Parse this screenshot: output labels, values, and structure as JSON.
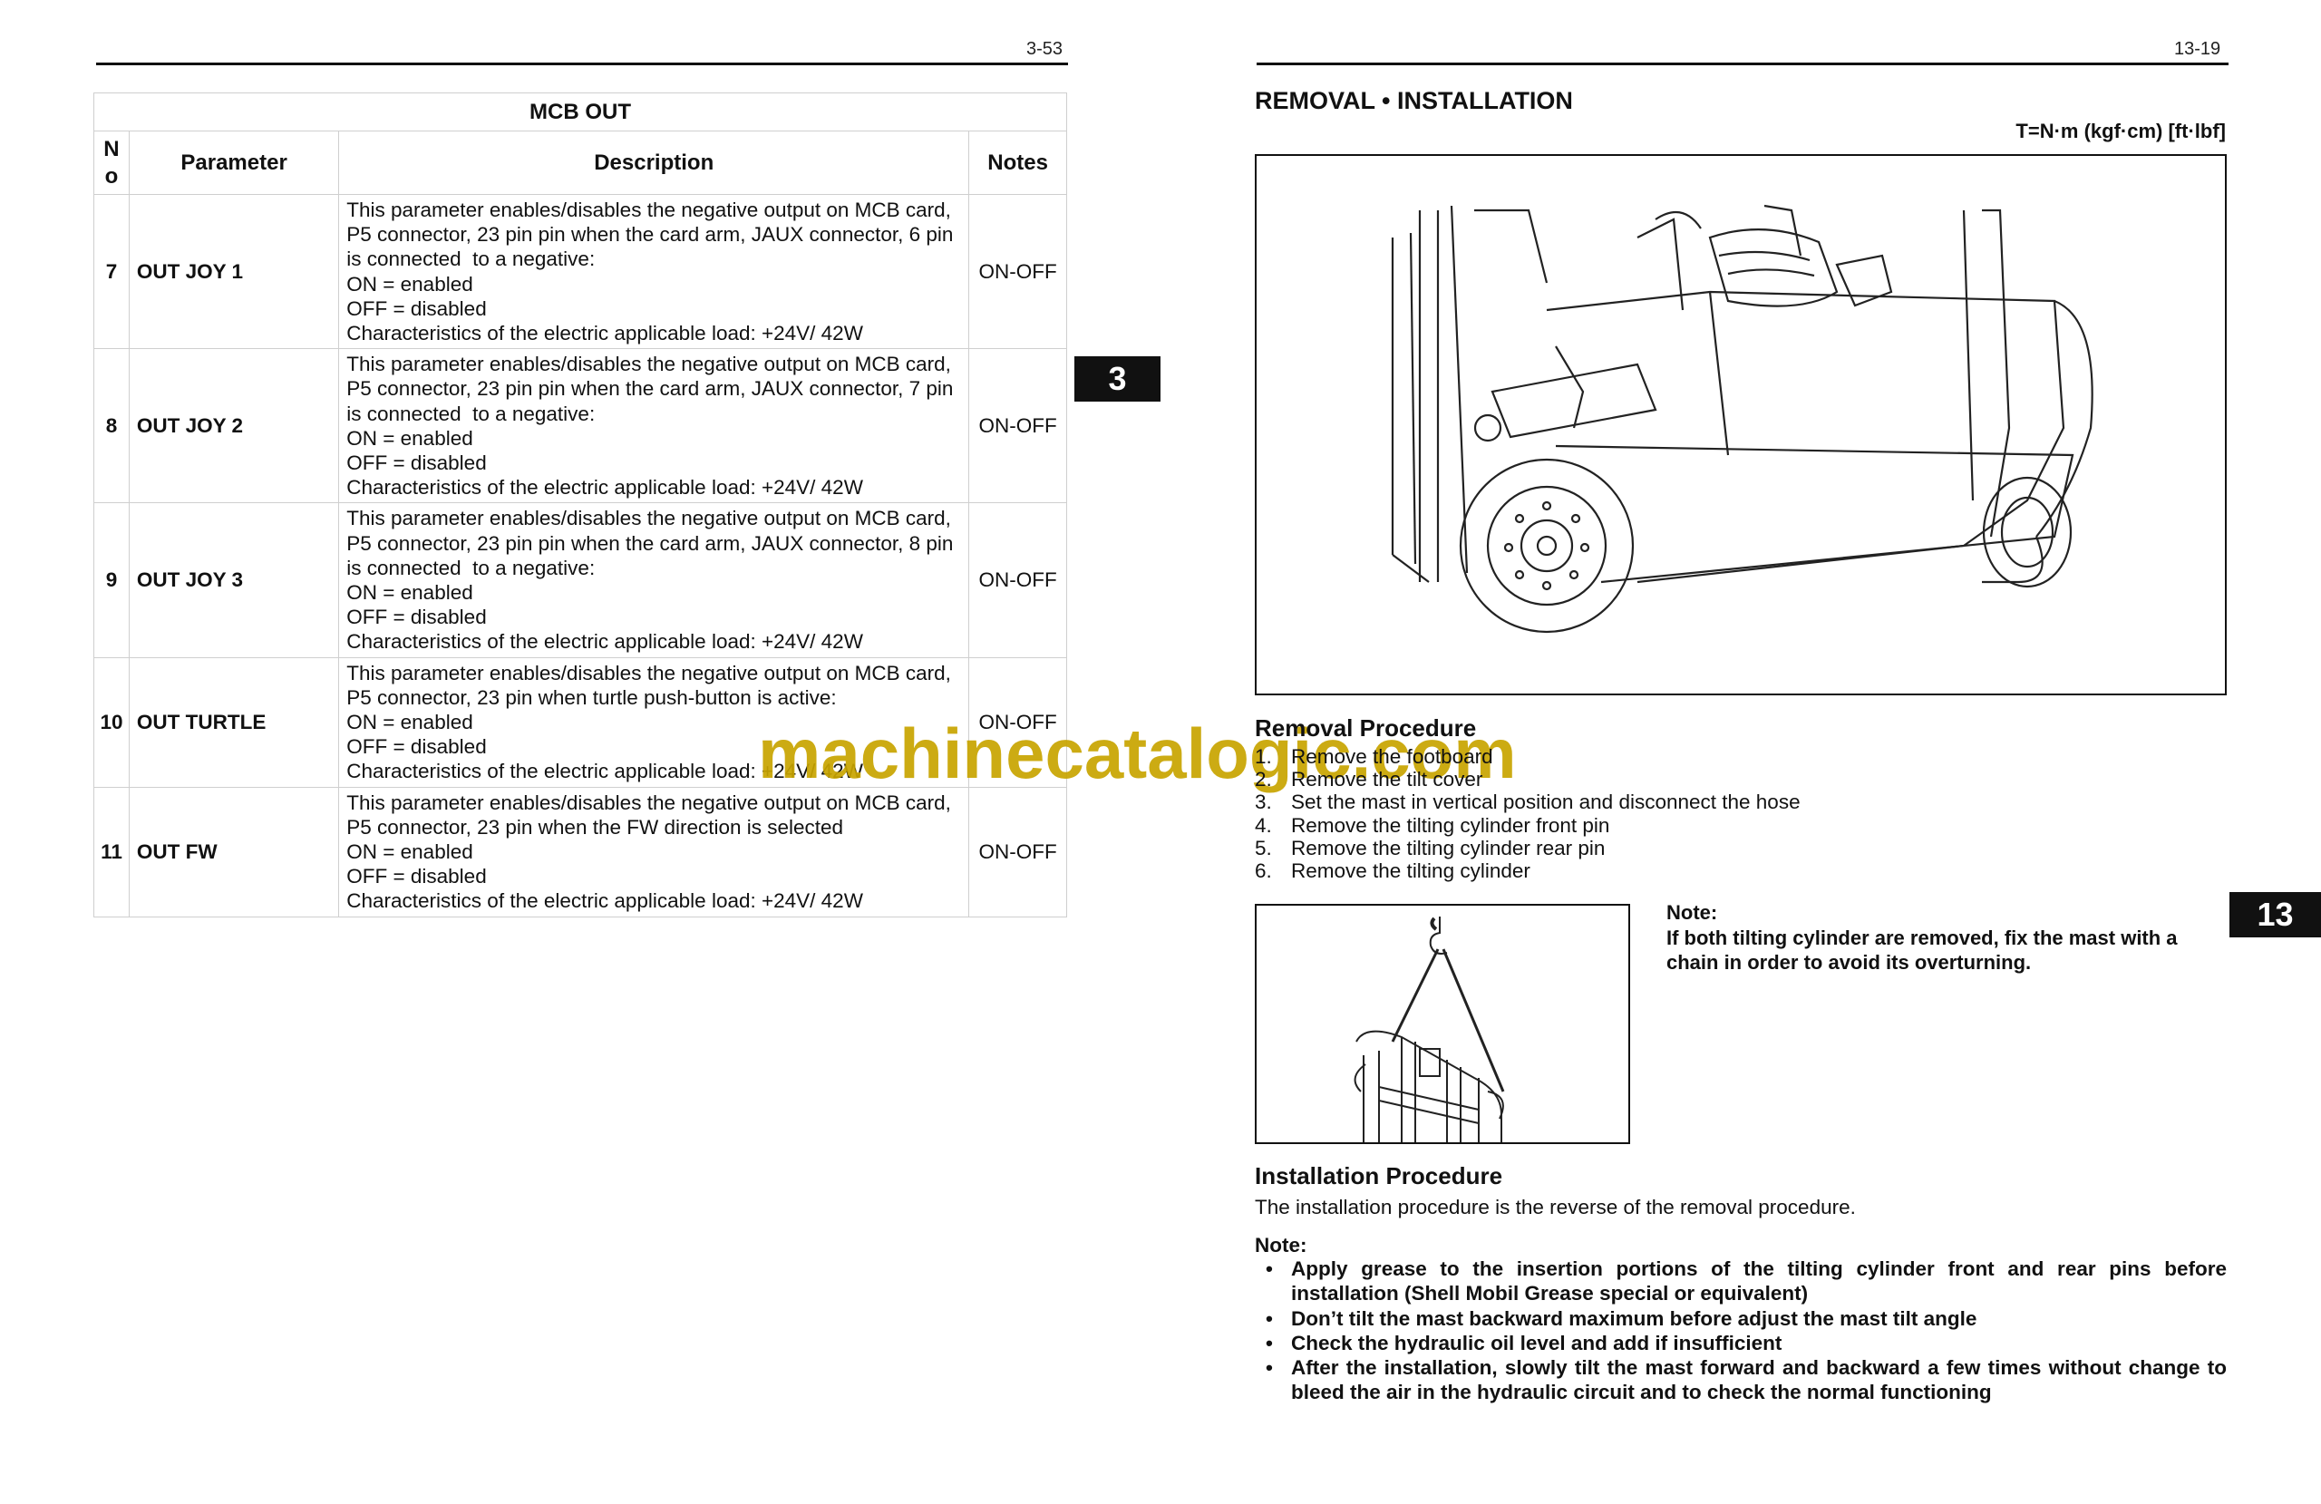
{
  "left_page": {
    "page_number": "3-53",
    "tab": "3",
    "table": {
      "title": "MCB OUT",
      "headers": {
        "no": "N\no",
        "parameter": "Parameter",
        "description": "Description",
        "notes": "Notes"
      },
      "rows": [
        {
          "no": "7",
          "parameter": "OUT JOY 1",
          "notes": "ON-OFF",
          "description": [
            "This parameter enables/disables the negative output on MCB card,",
            "P5 connector, 23 pin pin when the card arm, JAUX connector, 6 pin",
            "is connected  to a negative:",
            "ON = enabled",
            "OFF = disabled",
            "Characteristics of the electric applicable load: +24V/ 42W"
          ]
        },
        {
          "no": "8",
          "parameter": "OUT JOY 2",
          "notes": "ON-OFF",
          "description": [
            "This parameter enables/disables the negative output on MCB card,",
            "P5 connector, 23 pin pin when the card arm, JAUX connector, 7 pin",
            "is connected  to a negative:",
            "ON = enabled",
            "OFF = disabled",
            "Characteristics of the electric applicable load: +24V/ 42W"
          ]
        },
        {
          "no": "9",
          "parameter": "OUT JOY 3",
          "notes": "ON-OFF",
          "description": [
            "This parameter enables/disables the negative output on MCB card,",
            "P5 connector, 23 pin pin when the card arm, JAUX connector, 8 pin",
            "is connected  to a negative:",
            "ON = enabled",
            "OFF = disabled",
            "Characteristics of the electric applicable load: +24V/ 42W"
          ]
        },
        {
          "no": "10",
          "parameter": "OUT TURTLE",
          "notes": "ON-OFF",
          "description": [
            "This parameter enables/disables the negative output on MCB card,",
            "P5 connector, 23 pin when turtle push-button is active:",
            "ON = enabled",
            "OFF = disabled",
            "Characteristics of the electric applicable load: +24V/ 42W"
          ]
        },
        {
          "no": "11",
          "parameter": "OUT FW",
          "notes": "ON-OFF",
          "description": [
            "This parameter enables/disables the negative output on MCB card,",
            "P5 connector, 23 pin when the FW direction is selected",
            "ON = enabled",
            "OFF = disabled",
            "Characteristics of the electric applicable load: +24V/ 42W"
          ]
        }
      ]
    }
  },
  "right_page": {
    "page_number": "13-19",
    "tab": "13",
    "section_title": "REMOVAL • INSTALLATION",
    "torque_units": "T=N·m (kgf·cm) [ft·lbf]",
    "removal": {
      "heading": "Removal Procedure",
      "steps": [
        {
          "n": "1.",
          "text": "Remove the footboard"
        },
        {
          "n": "2.",
          "text": "Remove the tilt cover"
        },
        {
          "n": "3.",
          "text": "Set the mast in vertical position and disconnect the hose"
        },
        {
          "n": "4.",
          "text": "Remove the tilting cylinder front pin"
        },
        {
          "n": "5.",
          "text": "Remove the tilting cylinder rear pin"
        },
        {
          "n": "6.",
          "text": "Remove the tilting cylinder"
        }
      ]
    },
    "side_note": {
      "label": "Note:",
      "text": "If both tilting cylinder are removed, fix the mast with a chain in order to avoid its overturning."
    },
    "installation": {
      "heading": "Installation Procedure",
      "text": "The installation procedure is the reverse of the removal procedure.",
      "note_label": "Note:",
      "bullets": [
        "Apply grease to the insertion portions of the tilting cylinder front and rear pins before installation (Shell Mobil Grease special or equivalent)",
        "Don’t tilt the mast backward maximum before adjust the mast tilt angle",
        "Check the hydraulic oil level and add if insufficient",
        "After the installation, slowly tilt the mast forward and backward a few times without change to bleed the air in the hydraulic circuit and to check the normal functioning"
      ]
    }
  },
  "watermark": "machinecatalogic.com",
  "colors": {
    "watermark": "#c8a400",
    "tab_bg": "#111111",
    "table_border": "#cfcfcf"
  },
  "icons": {
    "figure_main": "forklift-illustration",
    "figure_small": "mast-hoist-illustration"
  }
}
